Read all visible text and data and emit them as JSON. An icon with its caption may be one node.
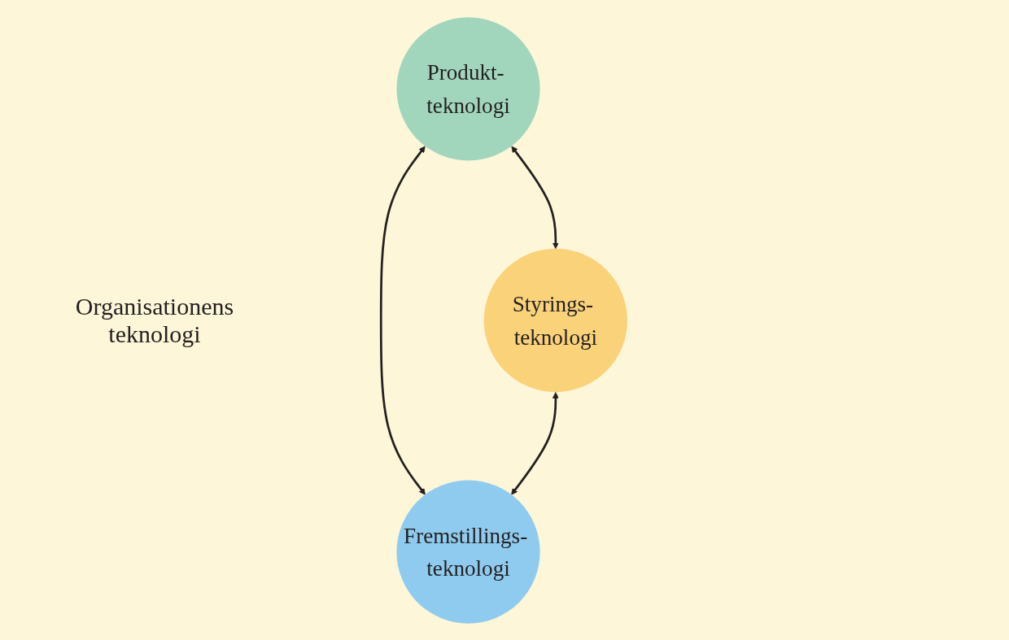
{
  "diagram": {
    "nodes": [
      {
        "text": [
          "Produkt- teknologi"
        ]
      },
      {
        "text": [
          "Styrings- teknologi"
        ]
      },
      {
        "text": [
          "Fremstillings- teknologi"
        ]
      }
    ],
    "edges": [
      {
        "from": 0,
        "to": 1,
        "arrow": "both"
      },
      {
        "from": 0,
        "to": 2,
        "arrow": "both"
      },
      {
        "from": 1,
        "to": 2,
        "arrow": "both"
      }
    ],
    "labels": [
      "Organisationens teknologi"
    ]
  }
}
